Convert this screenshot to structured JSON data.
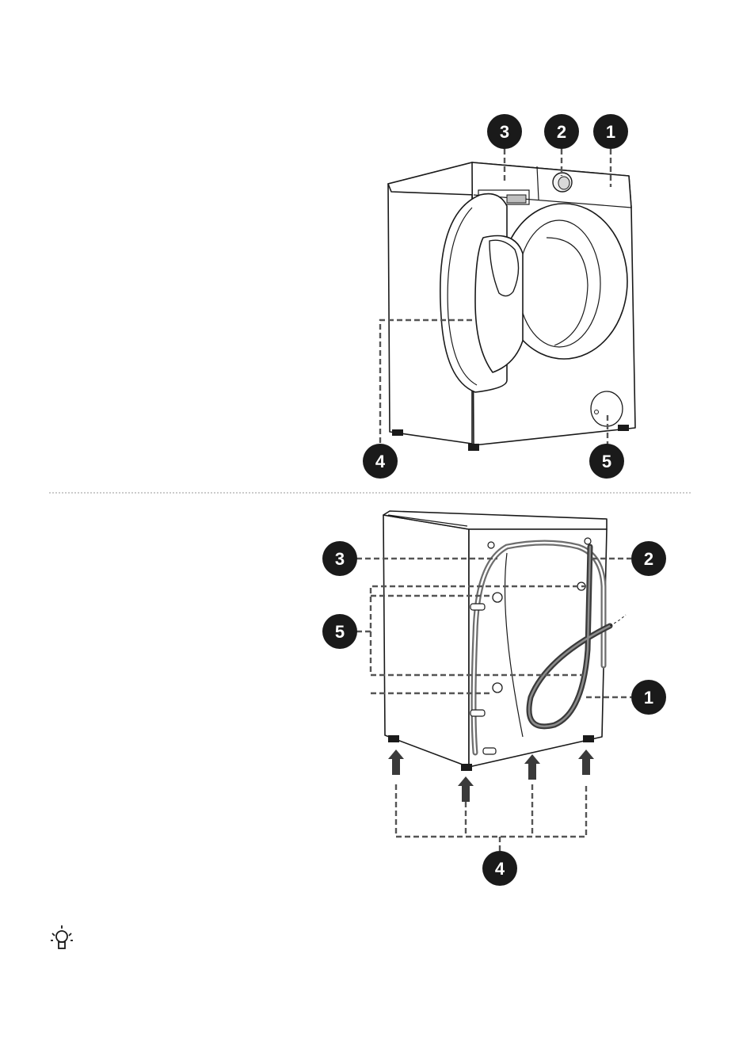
{
  "front_view": {
    "callouts": [
      {
        "id": "control-panel",
        "number": "1"
      },
      {
        "id": "program-dial",
        "number": "2"
      },
      {
        "id": "detergent-drawer",
        "number": "3"
      },
      {
        "id": "door",
        "number": "4"
      },
      {
        "id": "service-filter-cover",
        "number": "5"
      }
    ]
  },
  "rear_view": {
    "callouts": [
      {
        "id": "drain-hose",
        "number": "1"
      },
      {
        "id": "water-inlet-valve",
        "number": "2"
      },
      {
        "id": "power-cord",
        "number": "3"
      },
      {
        "id": "adjustable-feet",
        "number": "4"
      },
      {
        "id": "transit-bolts",
        "number": "5"
      }
    ]
  },
  "colors": {
    "badge": "#1a1a1a",
    "leader_line": "#555555",
    "hose": "#6d6d6d",
    "separator": "#9a9a9a"
  },
  "tip": {
    "icon": "lightbulb-icon"
  }
}
